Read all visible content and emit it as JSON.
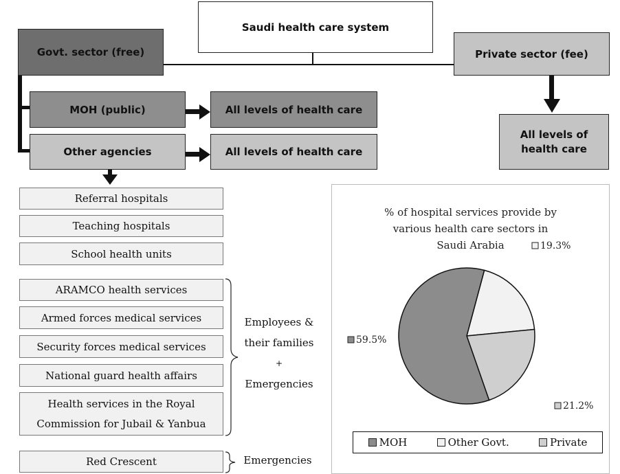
{
  "diagram": {
    "root": "Saudi health care system",
    "govt_sector": "Govt. sector (free)",
    "private_sector": "Private sector (fee)",
    "moh": "MOH (public)",
    "other_agencies": "Other agencies",
    "all_levels_1": "All levels of health care",
    "all_levels_2": "All levels of health care",
    "private_all_levels": "All levels of health care",
    "hospitals": [
      "Referral hospitals",
      "Teaching hospitals",
      "School health units"
    ],
    "agencies": [
      "ARAMCO health services",
      "Armed forces medical services",
      "Security forces medical services",
      "National guard health affairs",
      "Health services in the Royal Commission for Jubail & Yanbua"
    ],
    "red_crescent": "Red Crescent",
    "employees_note": [
      "Employees &",
      "their families",
      "+",
      "Emergencies"
    ],
    "red_crescent_note": "Emergencies"
  },
  "chart_data": {
    "type": "pie",
    "title": "% of hospital services provide by various health care sectors in Saudi Arabia",
    "title_lines": [
      "% of hospital services provide by",
      "various health care sectors in",
      "Saudi Arabia"
    ],
    "categories": [
      "MOH",
      "Other Govt.",
      "Private"
    ],
    "values": [
      59.5,
      19.3,
      21.2
    ],
    "labels": [
      "59.5%",
      "19.3%",
      "21.2%"
    ],
    "colors": [
      "#8c8c8c",
      "#f2f2f2",
      "#cfcfcf"
    ],
    "legend_position": "bottom"
  }
}
